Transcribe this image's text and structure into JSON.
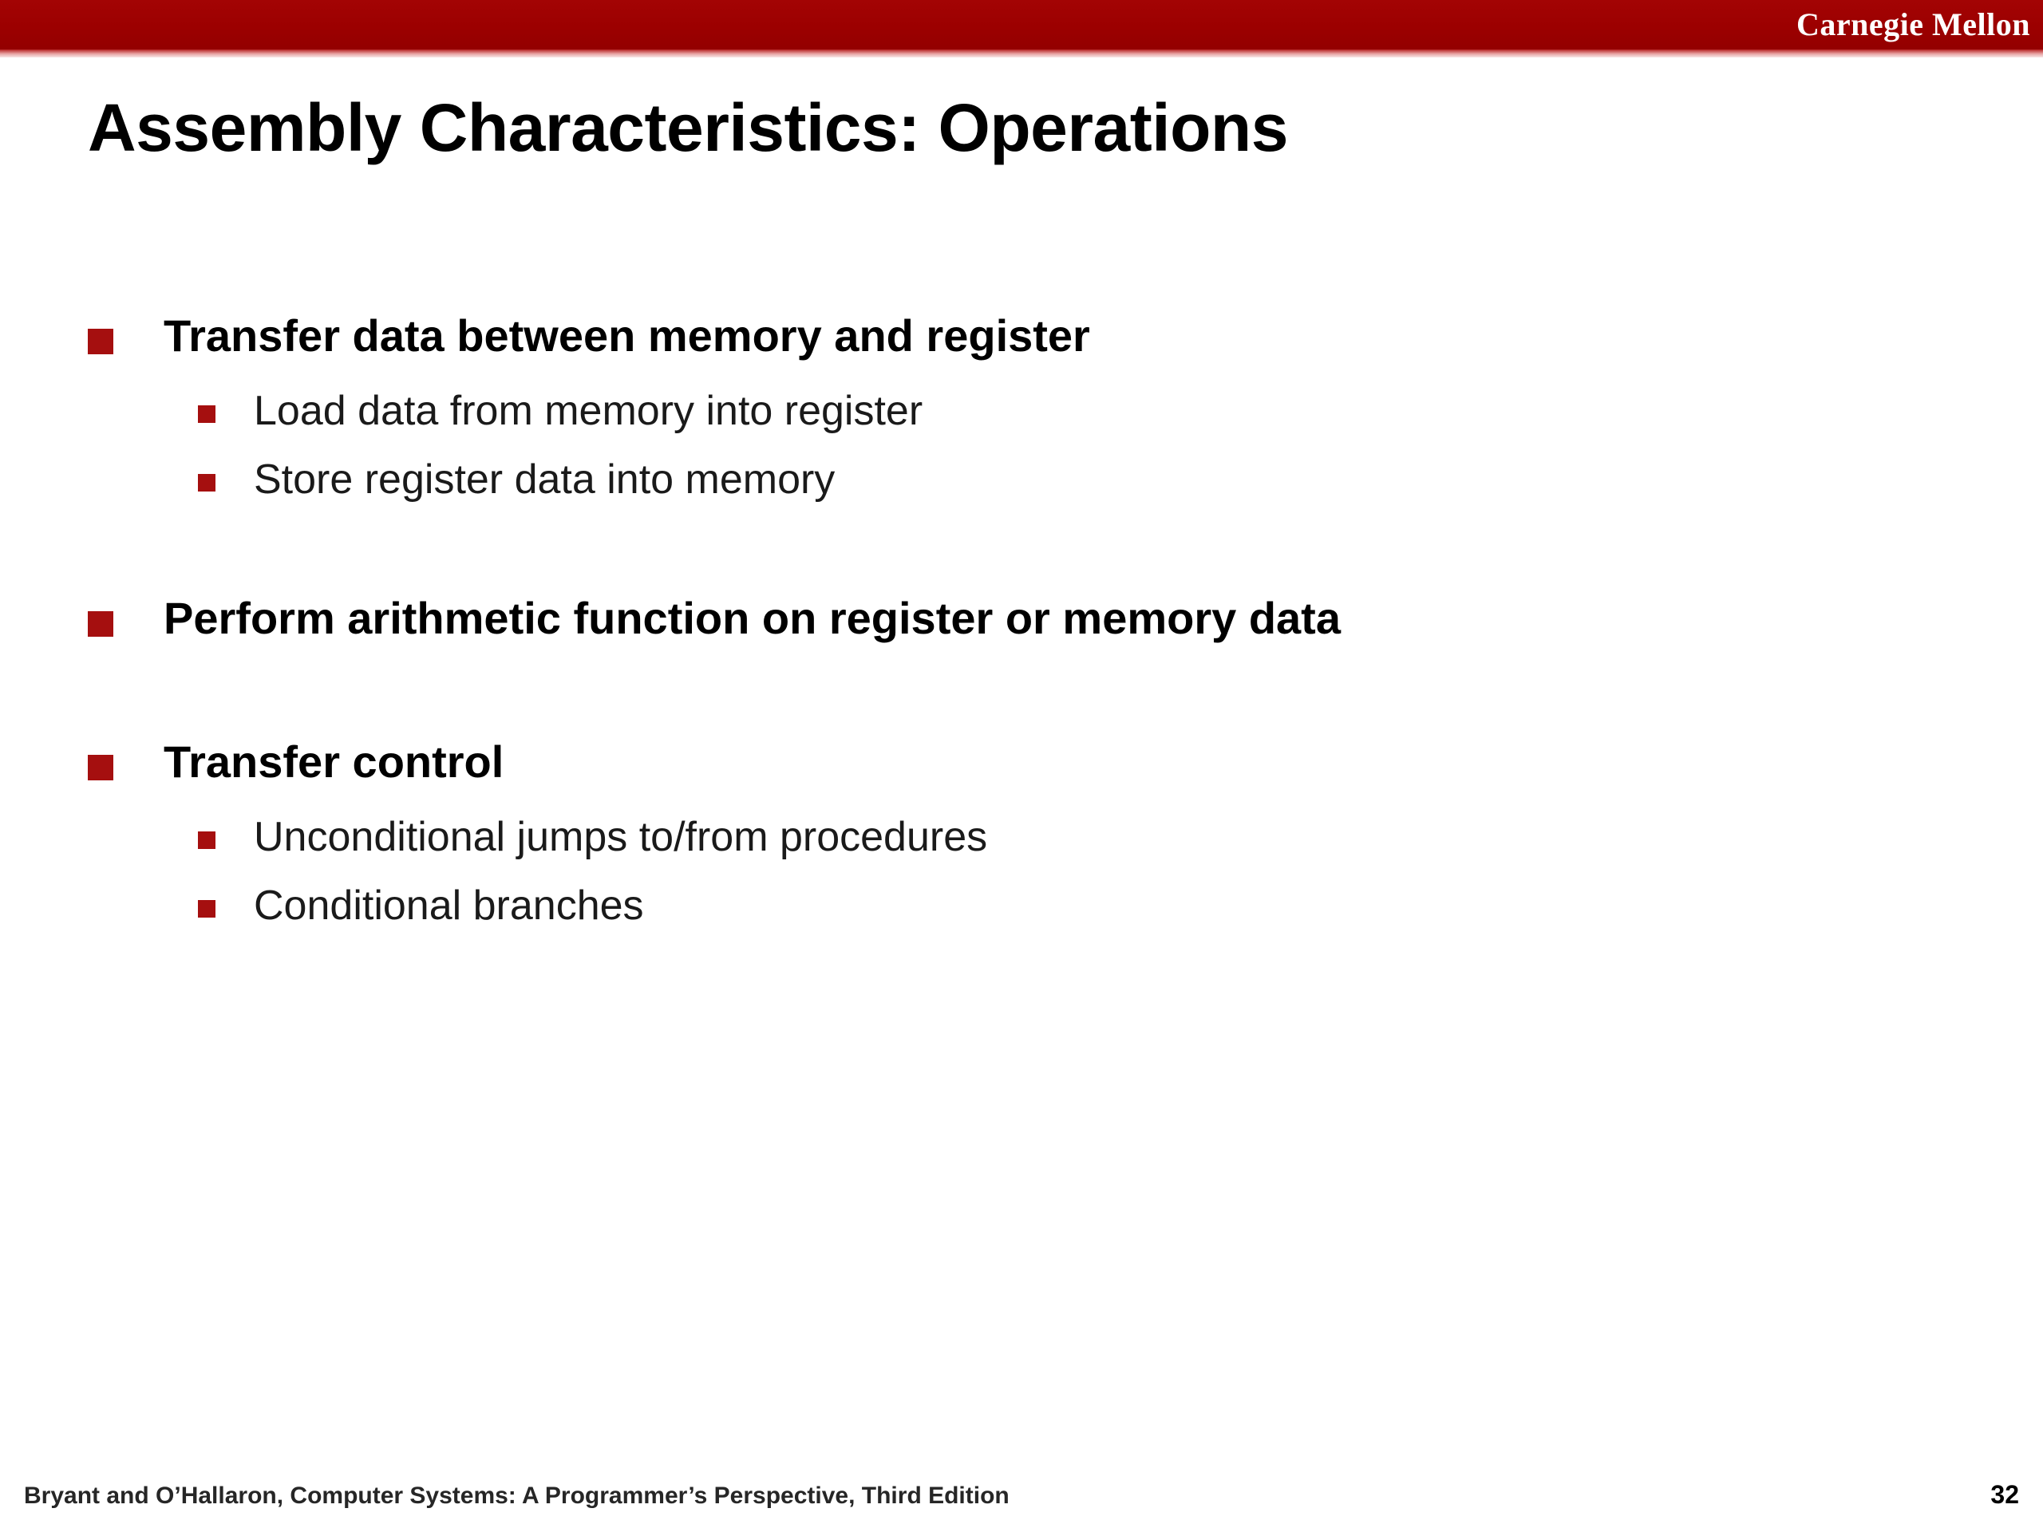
{
  "header": {
    "brand": "Carnegie Mellon",
    "bar_color": "#9e0000",
    "stripe_color": "#e8a5a5",
    "brand_color": "#ffffff"
  },
  "title": "Assembly Characteristics: Operations",
  "theme": {
    "bullet_color": "#a50f0f",
    "text_color": "#000000",
    "background": "#ffffff"
  },
  "content": {
    "bullets": [
      {
        "text": "Transfer data between memory and register",
        "sub": [
          "Load data from memory into register",
          "Store register data into memory"
        ]
      },
      {
        "text": "Perform arithmetic function on register or memory data",
        "sub": []
      },
      {
        "text": "Transfer control",
        "sub": [
          "Unconditional jumps to/from procedures",
          "Conditional branches"
        ]
      }
    ]
  },
  "footer": {
    "citation": "Bryant and O’Hallaron, Computer Systems: A Programmer’s Perspective, Third Edition",
    "page_number": "32"
  }
}
